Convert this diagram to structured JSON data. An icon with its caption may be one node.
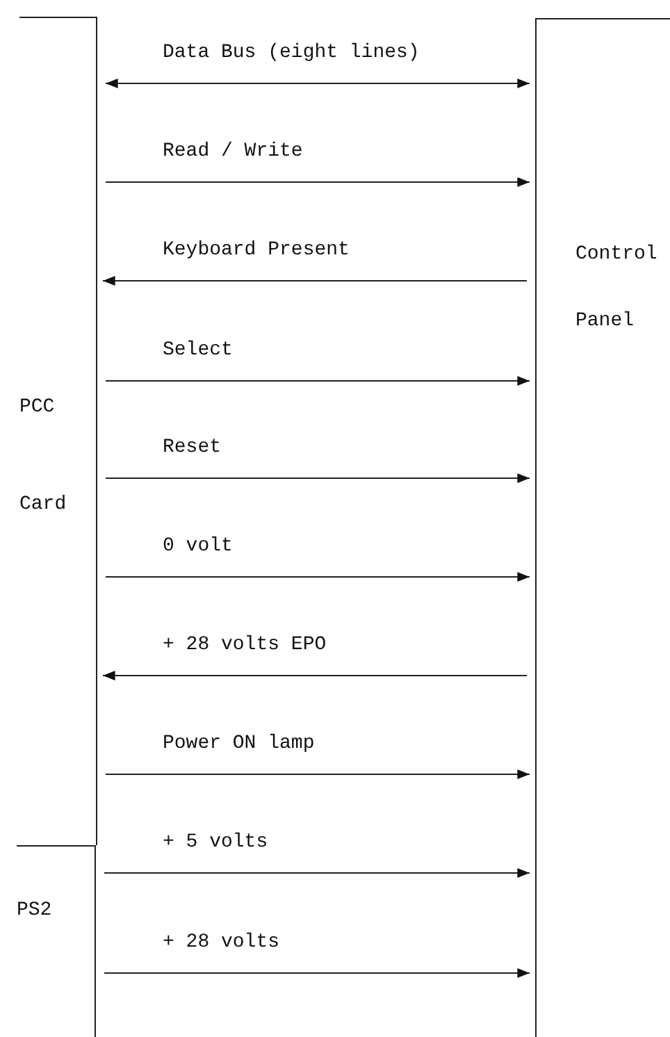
{
  "diagram": {
    "nodes": [
      {
        "text": [
          "PCC Card"
        ]
      },
      {
        "text": [
          "PS2"
        ]
      },
      {
        "text": [
          "Control Panel"
        ]
      }
    ],
    "edges": [
      {
        "from": 0,
        "to": 2,
        "arrow": "both",
        "label": "Data Bus (eight lines)"
      },
      {
        "from": 0,
        "to": 2,
        "arrow": "to",
        "label": "Read / Write"
      },
      {
        "from": 2,
        "to": 0,
        "arrow": "to",
        "label": "Keyboard Present"
      },
      {
        "from": 0,
        "to": 2,
        "arrow": "to",
        "label": "Select"
      },
      {
        "from": 0,
        "to": 2,
        "arrow": "to",
        "label": "Reset"
      },
      {
        "from": 0,
        "to": 2,
        "arrow": "to",
        "label": "0 volt"
      },
      {
        "from": 2,
        "to": 0,
        "arrow": "to",
        "label": "+ 28 volts EPO"
      },
      {
        "from": 0,
        "to": 2,
        "arrow": "to",
        "label": "Power ON lamp"
      },
      {
        "from": 1,
        "to": 2,
        "arrow": "to",
        "label": "+ 5 volts"
      },
      {
        "from": 1,
        "to": 2,
        "arrow": "to",
        "label": "+ 28 volts"
      }
    ]
  }
}
